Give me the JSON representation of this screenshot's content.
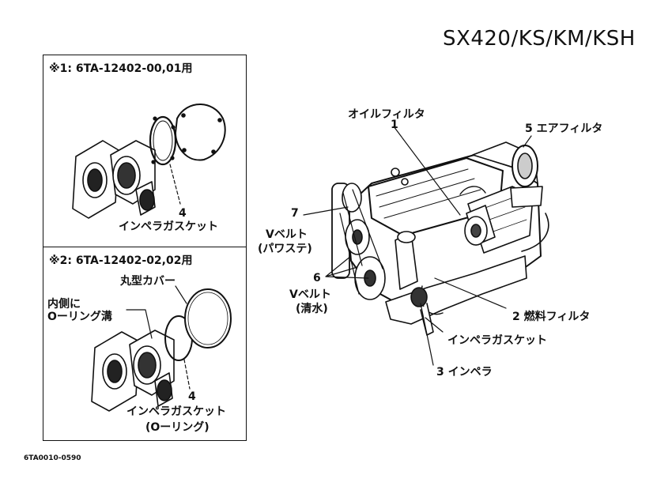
{
  "title": "SX420/KS/KM/KSH",
  "box1": {
    "heading": "※1: 6TA-12402-00,01用",
    "num": "4",
    "label": "インペラガスケット"
  },
  "box2": {
    "heading": "※2: 6TA-12402-02,02用",
    "cover_label": "丸型カバー",
    "groove_line1": "内側に",
    "groove_line2": "Oーリング溝",
    "num": "4",
    "label_line1": "インペラガスケット",
    "label_line2": "(Oーリング)"
  },
  "engine": {
    "oil_filter": "オイルフィルタ",
    "oil_filter_num": "1",
    "air_filter": "5 エアフィルタ",
    "vbelt_ps_num": "7",
    "vbelt_ps_line1": "Vベルト",
    "vbelt_ps_line2": "(パワステ)",
    "vbelt_w_num": "6",
    "vbelt_w_line1": "Vベルト",
    "vbelt_w_line2": "(清水)",
    "fuel_filter": "2 燃料フィルタ",
    "impeller_gasket": "インペラガスケット",
    "impeller": "3 インペラ"
  },
  "footer_code": "6TA0010-0590"
}
